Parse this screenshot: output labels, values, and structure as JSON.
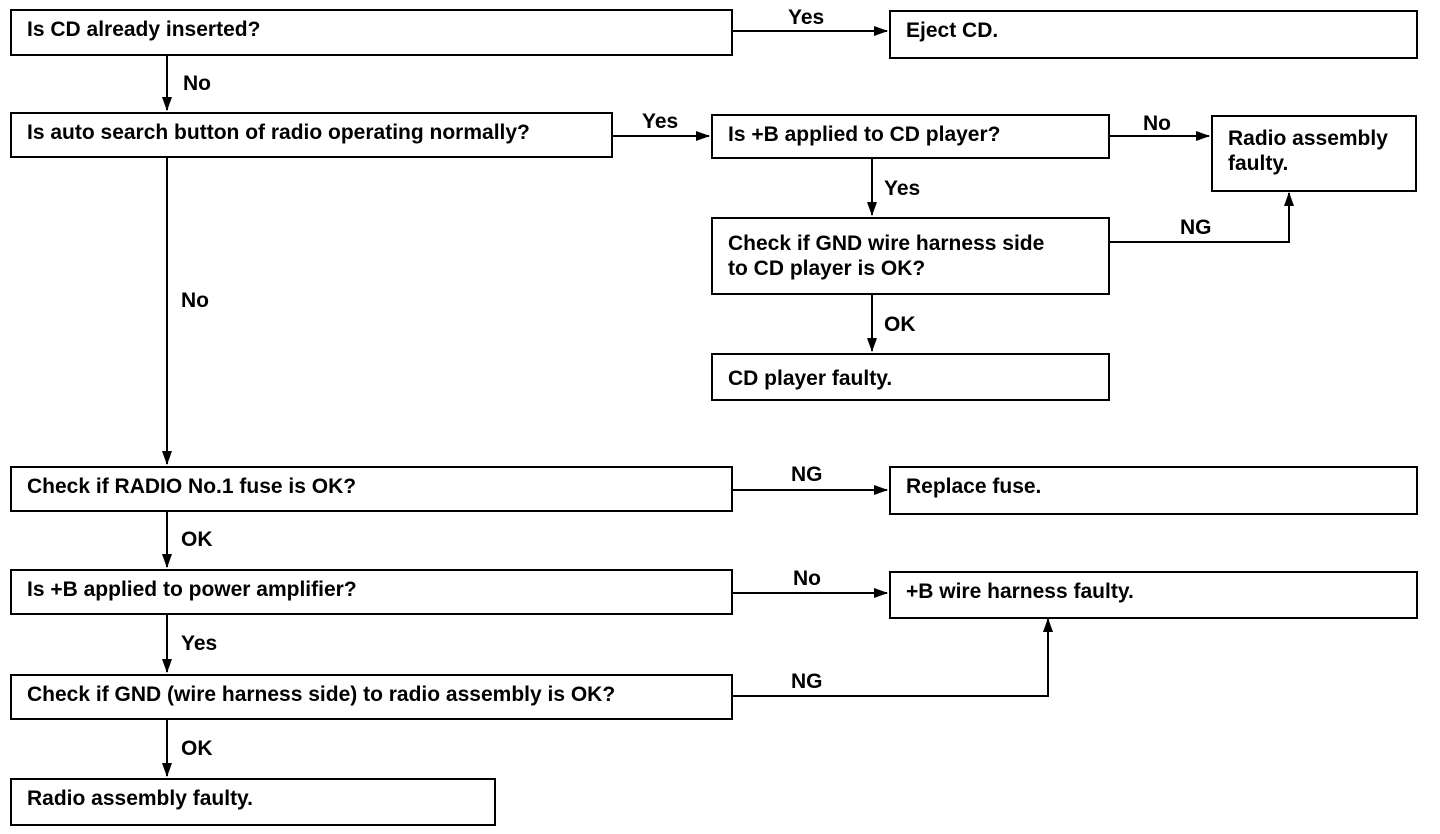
{
  "steps": {
    "cd_inserted": "Is CD already inserted?",
    "eject_cd": "Eject CD.",
    "auto_search": "Is auto search button of radio operating normally?",
    "b_applied_cd": "Is +B applied to CD player?",
    "radio_faulty_1": "Radio assembly\nfaulty.",
    "gnd_cd_check": "Check if GND wire harness side\nto CD player is OK?",
    "cd_player_faulty": "CD player faulty.",
    "fuse_check": "Check if RADIO No.1 fuse is OK?",
    "replace_fuse": "Replace fuse.",
    "b_applied_amp": "Is +B applied to power amplifier?",
    "b_harness_faulty": "+B wire harness faulty.",
    "gnd_radio_check": "Check if GND (wire harness side) to radio assembly is OK?",
    "radio_faulty_2": "Radio assembly faulty."
  },
  "branch_labels": {
    "yes_eject": "Yes",
    "no_cd": "No",
    "yes_auto": "Yes",
    "no_auto": "No",
    "no_b_cd": "No",
    "yes_b_cd": "Yes",
    "ng_gnd_cd": "NG",
    "ok_gnd_cd": "OK",
    "ng_fuse": "NG",
    "ok_fuse": "OK",
    "no_b_amp": "No",
    "yes_b_amp": "Yes",
    "ng_gnd_radio": "NG",
    "ok_gnd_radio": "OK"
  }
}
